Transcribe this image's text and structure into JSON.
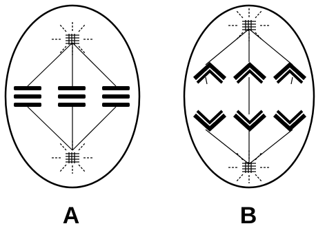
{
  "figure": {
    "cells": [
      {
        "id": "A",
        "label": "A",
        "stage": "metaphase"
      },
      {
        "id": "B",
        "label": "B",
        "stage": "anaphase"
      }
    ],
    "colors": {
      "ink": "#000000",
      "background": "#ffffff"
    }
  }
}
